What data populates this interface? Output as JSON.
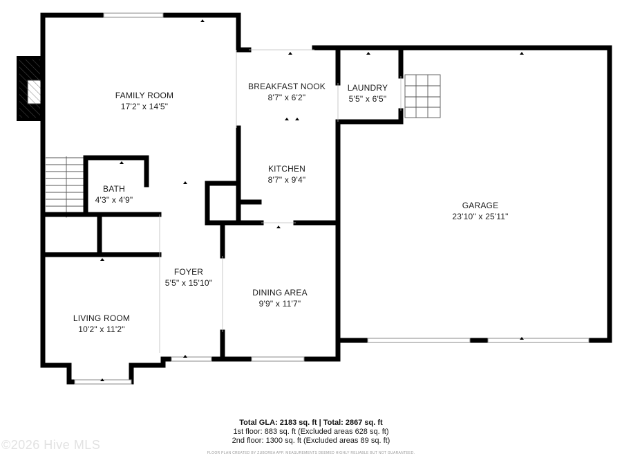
{
  "rooms": {
    "family_room": {
      "name": "FAMILY ROOM",
      "dims": "17'2\" x 14'5\""
    },
    "breakfast_nook": {
      "name": "BREAKFAST NOOK",
      "dims": "8'7\" x 6'2\""
    },
    "laundry": {
      "name": "LAUNDRY",
      "dims": "5'5\" x 6'5\""
    },
    "kitchen": {
      "name": "KITCHEN",
      "dims": "8'7\" x 9'4\""
    },
    "bath": {
      "name": "BATH",
      "dims": "4'3\" x 4'9\""
    },
    "garage": {
      "name": "GARAGE",
      "dims": "23'10\" x 25'11\""
    },
    "foyer": {
      "name": "FOYER",
      "dims": "5'5\" x 15'10\""
    },
    "dining_area": {
      "name": "DINING AREA",
      "dims": "9'9\" x 11'7\""
    },
    "living_room": {
      "name": "LIVING ROOM",
      "dims": "10'2\" x 11'2\""
    }
  },
  "summary": {
    "total": "Total GLA: 2183 sq. ft | Total: 2867 sq. ft",
    "floor1": "1st floor: 883 sq. ft (Excluded areas 628 sq. ft)",
    "floor2": "2nd floor: 1300 sq. ft (Excluded areas 89 sq. ft)"
  },
  "disclaimer": "FLOOR PLAN CREATED BY ZUBOREA APP. MEASUREMENTS DEEMED HIGHLY RELIABLE BUT NOT GUARANTEED.",
  "watermark": "©2026 Hive MLS",
  "colors": {
    "wall": "#000000",
    "hatch": "#444444",
    "stairs": "#555555",
    "window": "#8a8a8a"
  }
}
